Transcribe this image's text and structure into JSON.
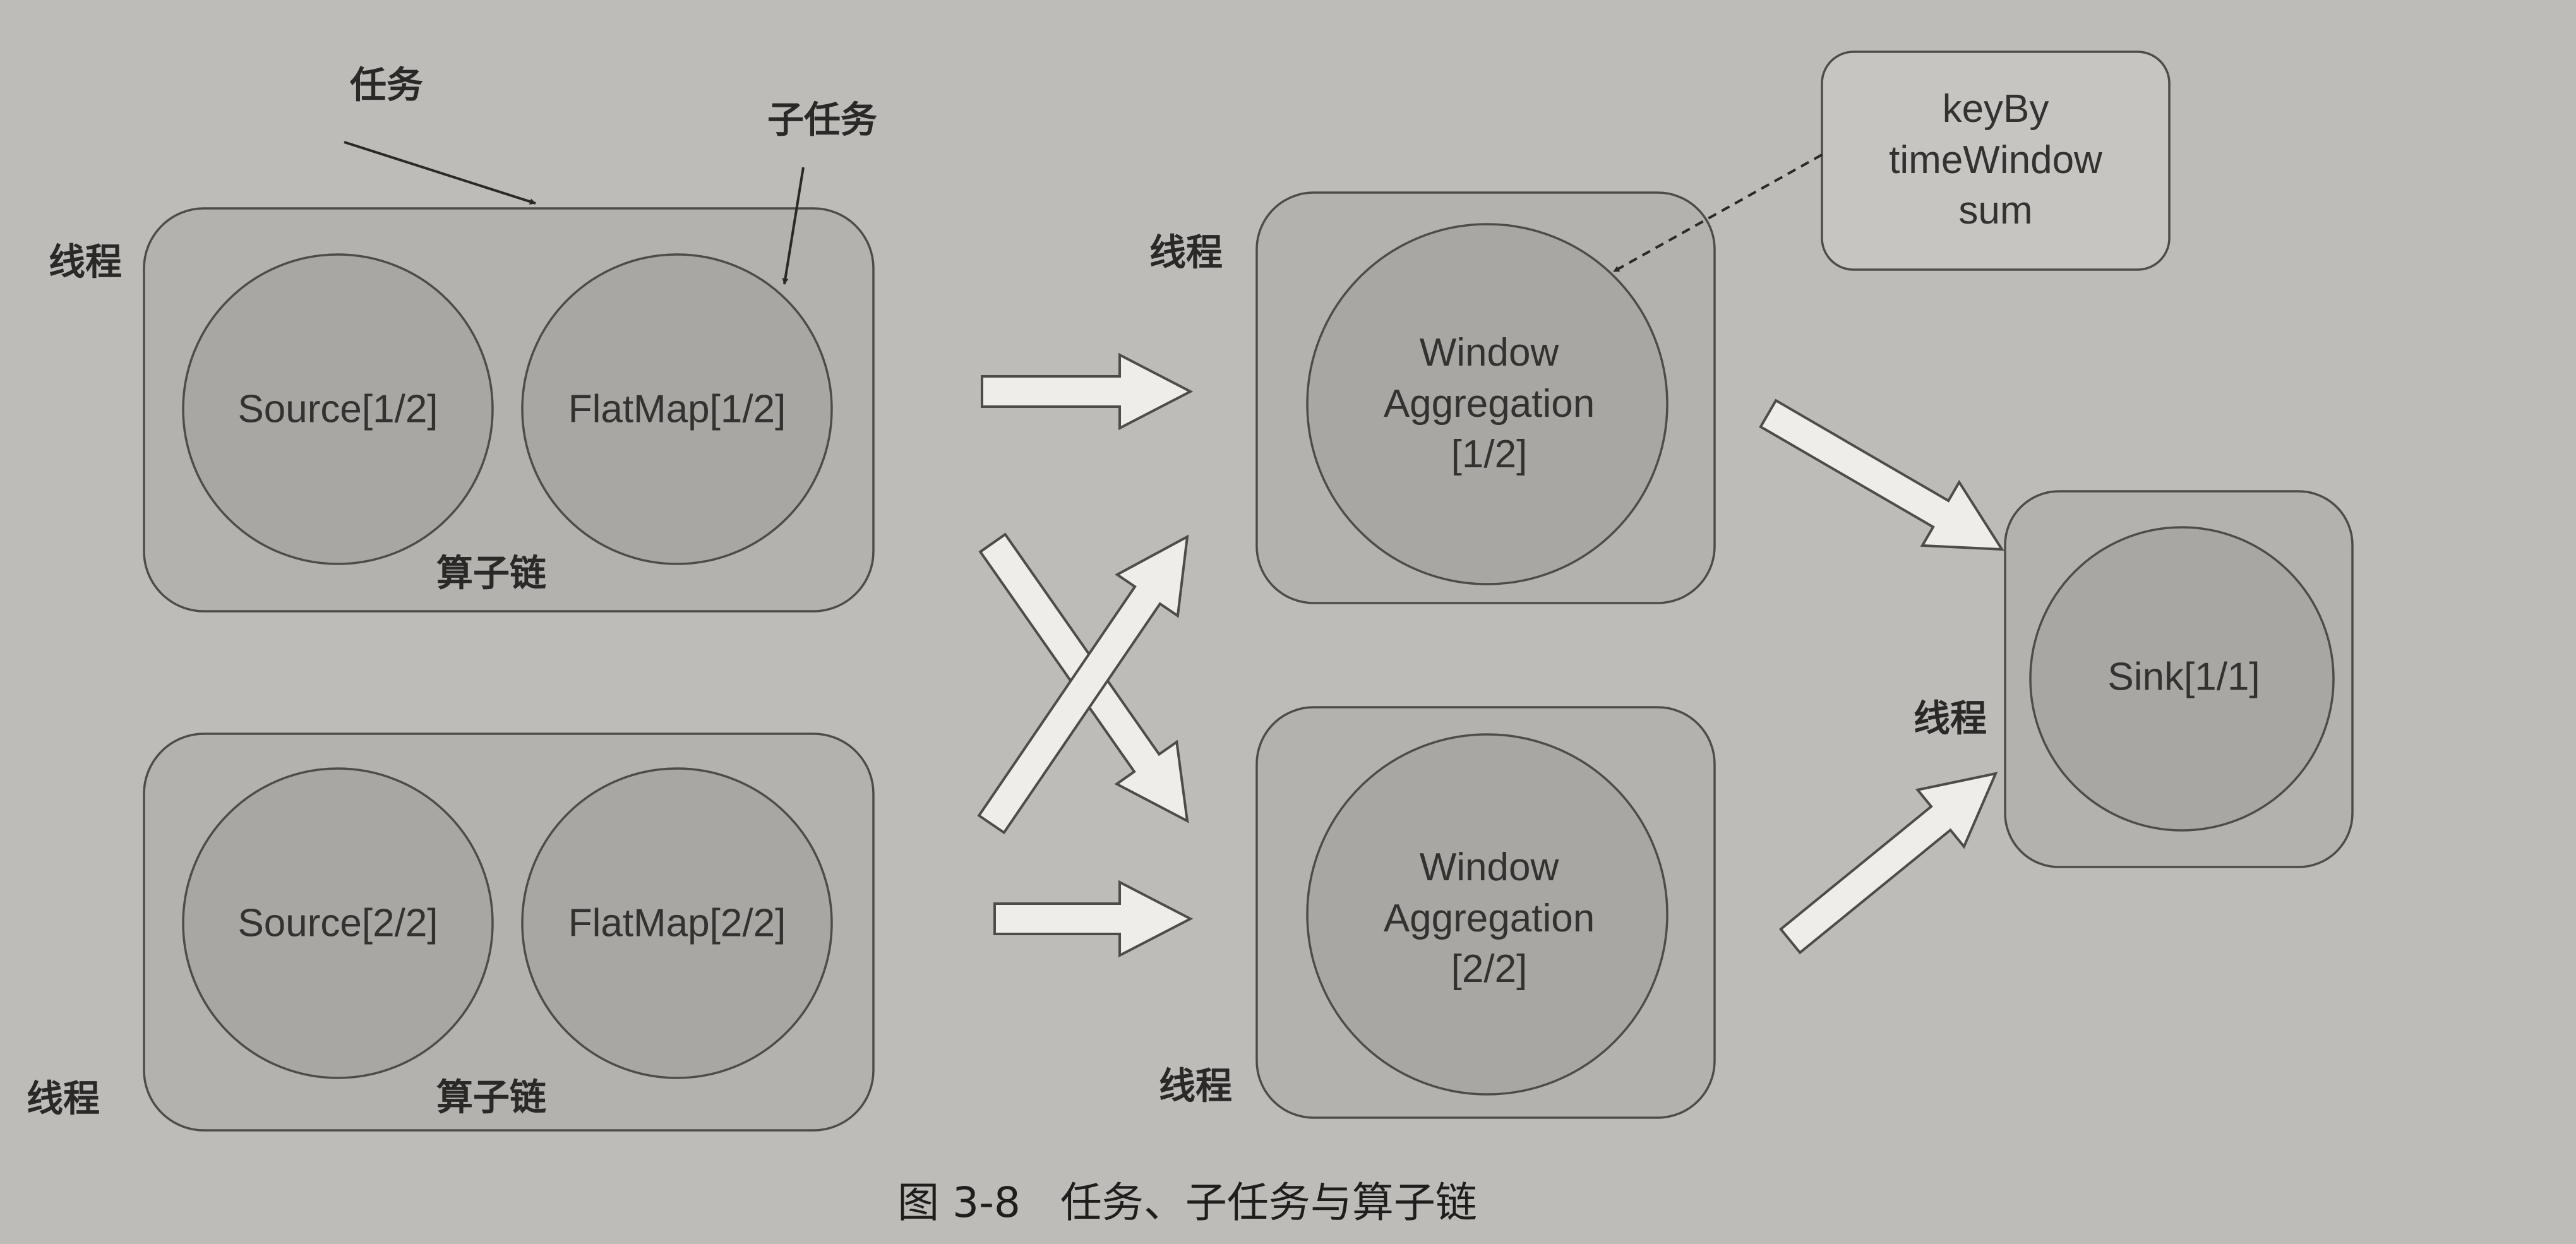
{
  "labels": {
    "task": "任务",
    "subtask": "子任务",
    "thread": "线程",
    "operator_chain": "算子链"
  },
  "nodes": {
    "source_1": "Source[1/2]",
    "flatmap_1": "FlatMap[1/2]",
    "source_2": "Source[2/2]",
    "flatmap_2": "FlatMap[2/2]",
    "window_1": "Window\nAggregation\n[1/2]",
    "window_2": "Window\nAggregation\n[2/2]",
    "sink": "Sink[1/1]"
  },
  "note": "keyBy\ntimeWindow\nsum",
  "caption": "图 3-8   任务、子任务与算子链",
  "colors": {
    "background": "#bdbcb8",
    "box_fill": "#b3b2ae",
    "circle_fill": "#a8a7a3",
    "stroke": "#4d4c49",
    "arrow_fill": "#eeede9"
  }
}
